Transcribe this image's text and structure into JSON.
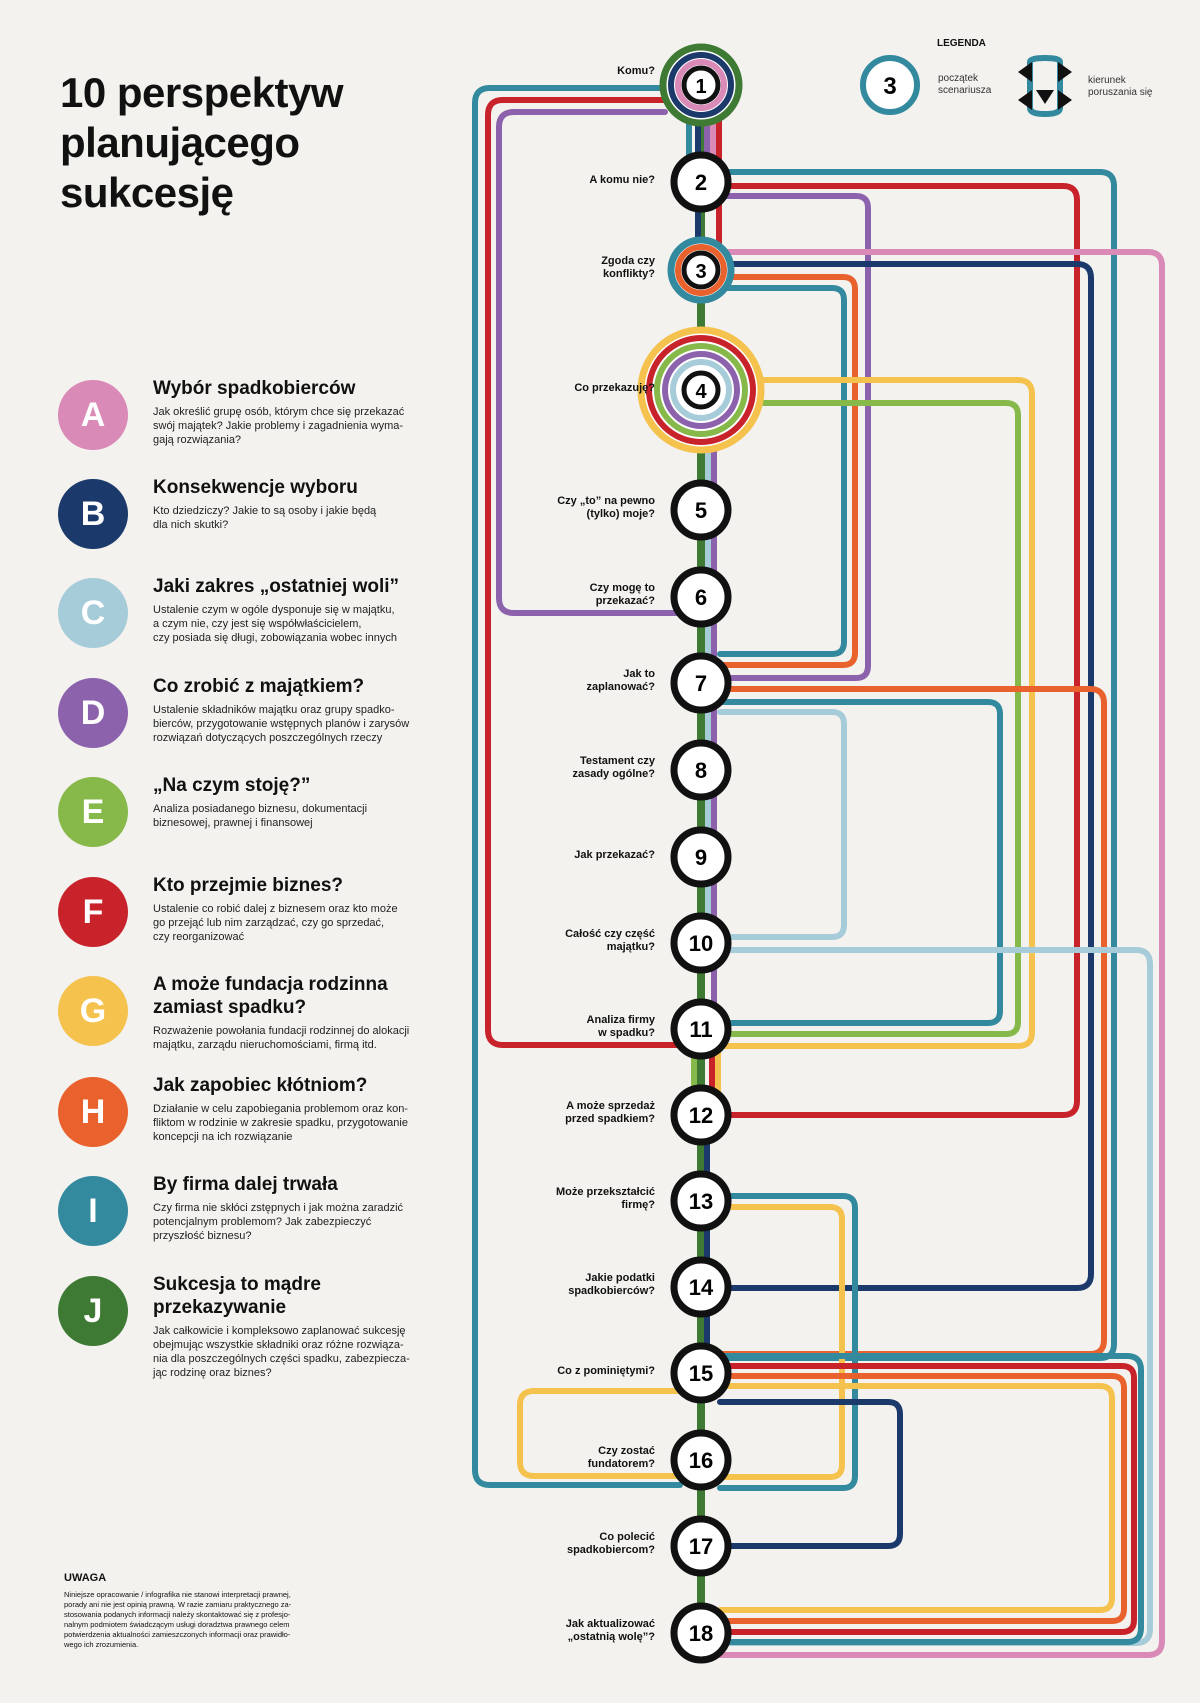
{
  "title": "10 perspektyw\nplanującego\nsukcesję",
  "perspectives": [
    {
      "letter": "A",
      "color": "#d98ab7",
      "heading": "Wybór spadkobierców",
      "desc": "Jak określić grupę osób, którym chce się przekazać\nswój majątek? Jakie problemy i zagadnienia wyma-\ngają rozwiązania?"
    },
    {
      "letter": "B",
      "color": "#1b3a6b",
      "heading": "Konsekwencje wyboru",
      "desc": "Kto dziedziczy? Jakie to są osoby i jakie będą\ndla nich skutki?"
    },
    {
      "letter": "C",
      "color": "#a6cbd9",
      "heading": "Jaki zakres „ostatniej woli”",
      "desc": "Ustalenie czym w ogóle dysponuje się w majątku,\na czym nie, czy jest się współwłaścicielem,\nczy posiada się długi, zobowiązania wobec innych"
    },
    {
      "letter": "D",
      "color": "#8d62ad",
      "heading": "Co zrobić z majątkiem?",
      "desc": "Ustalenie składników majątku oraz grupy spadko-\nbierców, przygotowanie wstępnych planów i zarysów\nrozwiązań dotyczących poszczególnych rzeczy"
    },
    {
      "letter": "E",
      "color": "#86b84a",
      "heading": "„Na czym stoję?”",
      "desc": "Analiza posiadanego biznesu, dokumentacji\nbiznesowej, prawnej i finansowej"
    },
    {
      "letter": "F",
      "color": "#c8232b",
      "heading": "Kto przejmie biznes?",
      "desc": "Ustalenie co robić dalej z biznesem oraz kto może\ngo przejąć lub nim zarządzać, czy go sprzedać,\nczy reorganizować"
    },
    {
      "letter": "G",
      "color": "#f5c24e",
      "heading": "A może fundacja rodzinna\nzamiast spadku?",
      "desc": "Rozważenie powołania fundacji rodzinnej do alokacji\nmajątku, zarządu nieruchomościami, firmą itd."
    },
    {
      "letter": "H",
      "color": "#e9612c",
      "heading": "Jak zapobiec kłótniom?",
      "desc": "Działanie w celu zapobiegania problemom oraz kon-\nfliktom w rodzinie w zakresie spadku, przygotowanie\nkoncepcji na ich rozwiązanie"
    },
    {
      "letter": "I",
      "color": "#33899e",
      "heading": "By firma dalej trwała",
      "desc": "Czy firma nie skłóci zstępnych i jak można zaradzić\npotencjalnym problemom? Jak zabezpieczyć\nprzyszłość biznesu?"
    },
    {
      "letter": "J",
      "color": "#3f7a35",
      "heading": "Sukcesja to mądre\nprzekazywanie",
      "desc": "Jak całkowicie i kompleksowo zaplanować sukcesję\nobejmując wszystkie składniki oraz różne rozwiąza-\nnia dla poszczególnych części spadku, zabezpiecza-\njąc rodzinę oraz biznes?"
    }
  ],
  "notice": {
    "title": "UWAGA",
    "body": "Niniejsze opracowanie / infografika nie stanowi interpretacji prawnej,\nporady ani nie jest opinią prawną. W razie zamiaru praktycznego za-\nstosowania podanych informacji należy skontaktować się z profesjo-\nnalnym podmiotem świadczącym usługi doradztwa prawnego celem\npotwierdzenia aktualności zamieszczonych informacji oraz prawidło-\nwego ich zrozumienia."
  },
  "legend": {
    "title": "LEGENDA",
    "start_number": "3",
    "start_label": "początek\nscenariusza",
    "direction_label": "kierunek\nporuszania się"
  },
  "stations": [
    {
      "n": "1",
      "q": "Komu?"
    },
    {
      "n": "2",
      "q": "A komu nie?"
    },
    {
      "n": "3",
      "q": "Zgoda czy\nkonflikty?"
    },
    {
      "n": "4",
      "q": "Co przekazuję?"
    },
    {
      "n": "5",
      "q": "Czy „to” na pewno\n(tylko) moje?"
    },
    {
      "n": "6",
      "q": "Czy mogę to\nprzekazać?"
    },
    {
      "n": "7",
      "q": "Jak to\nzaplanować?"
    },
    {
      "n": "8",
      "q": "Testament czy\nzasady ogólne?"
    },
    {
      "n": "9",
      "q": "Jak przekazać?"
    },
    {
      "n": "10",
      "q": "Całość czy część\nmajątku?"
    },
    {
      "n": "11",
      "q": "Analiza firmy\nw spadku?"
    },
    {
      "n": "12",
      "q": "A może sprzedaż\nprzed spadkiem?"
    },
    {
      "n": "13",
      "q": "Może przekształcić\nfirmę?"
    },
    {
      "n": "14",
      "q": "Jakie podatki\nspadkobierców?"
    },
    {
      "n": "15",
      "q": "Co z pominiętymi?"
    },
    {
      "n": "16",
      "q": "Czy zostać\nfundatorem?"
    },
    {
      "n": "17",
      "q": "Co polecić\nspadkobiercom?"
    },
    {
      "n": "18",
      "q": "Jak aktualizować\n„ostatnią wolę”?"
    }
  ],
  "scenario_starts": {
    "1": [
      "A",
      "B",
      "J"
    ],
    "3": [
      "H",
      "I"
    ],
    "4": [
      "C",
      "D",
      "E",
      "F",
      "G"
    ]
  }
}
